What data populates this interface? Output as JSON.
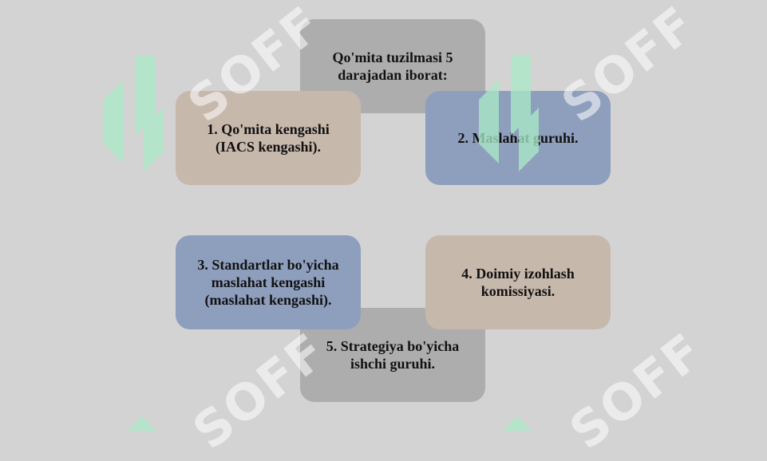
{
  "watermark": {
    "text": "SOFF"
  },
  "diagram": {
    "center": {
      "text": "Qo'mita tuzilmasi 5\ndarajadan iborat:"
    },
    "items": [
      {
        "text": "1. Qo'mita kengashi\n(IACS kengashi).",
        "color": "#c7b8ac"
      },
      {
        "text": "2. Maslahat guruhi.",
        "color": "#8e9fbd"
      },
      {
        "text": "3. Standartlar bo'yicha\nmaslahat kengashi\n(maslahat kengashi).",
        "color": "#8e9fbd"
      },
      {
        "text": "4. Doimiy izohlash\nkomissiyasi.",
        "color": "#c7b8ac"
      },
      {
        "text": "5. Strategiya bo'yicha\nishchi guruhi.",
        "color": "#adadad"
      }
    ]
  }
}
